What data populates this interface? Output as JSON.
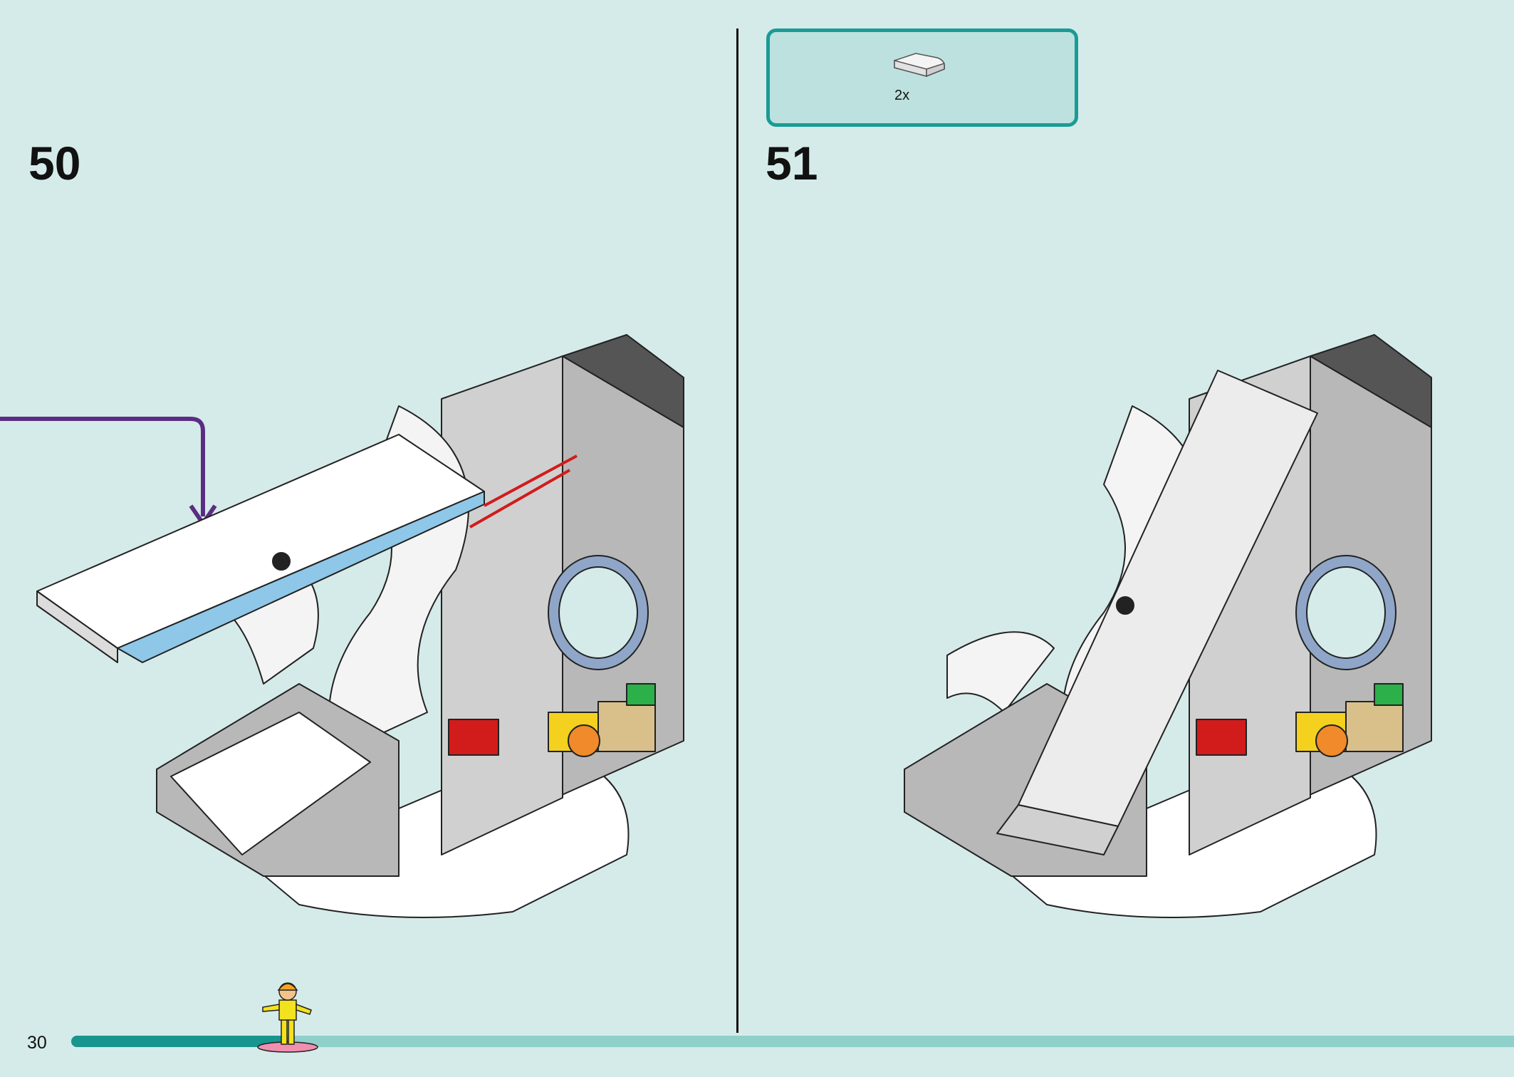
{
  "steps": [
    {
      "number": "50"
    },
    {
      "number": "51"
    }
  ],
  "parts_callout": {
    "quantity": "2x",
    "part": "white-curved-slope-icon"
  },
  "page": {
    "number": "30",
    "progress": 0.15
  },
  "colors": {
    "background": "#d5ebe9",
    "accent": "#1a9b95",
    "arrow": "#5b2d82"
  }
}
